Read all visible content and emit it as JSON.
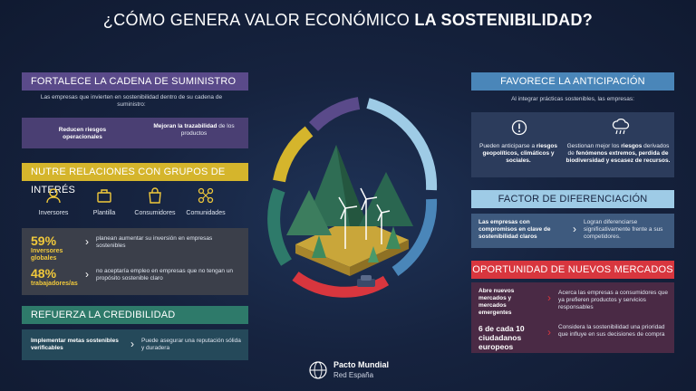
{
  "title": {
    "part1": "¿CÓMO GENERA VALOR ECONÓMICO ",
    "part2": "LA SOSTENIBILIDAD?"
  },
  "colors": {
    "purple": "#5a4a8a",
    "yellow": "#d5b52c",
    "teal": "#2e7a6a",
    "blue": "#4a86b9",
    "lightblue": "#9ecbe6",
    "red": "#d8363e",
    "card": "#2c3c5c"
  },
  "left": {
    "s1": {
      "bar": "FORTALECE LA CADENA DE SUMINISTRO",
      "intro": "Las empresas que invierten en sostenibilidad dentro de su cadena de suministro:",
      "b1": "Reducen riesgos operacionales",
      "b2a": "Mejoran la trazabilidad",
      "b2b": " de los productos"
    },
    "s2": {
      "bar": "NUTRE RELACIONES CON GRUPOS DE INTERÉS",
      "icons": [
        {
          "label": "Inversores",
          "icon": "investor-icon"
        },
        {
          "label": "Plantilla",
          "icon": "briefcase-icon"
        },
        {
          "label": "Consumidores",
          "icon": "shopping-bag-icon"
        },
        {
          "label": "Comunidades",
          "icon": "community-icon"
        }
      ],
      "stat1": {
        "value": "59%",
        "sub": "Inversores globales",
        "text": "planean aumentar su inversión en empresas sostenibles"
      },
      "stat2": {
        "value": "48%",
        "sub": "trabajadores/as",
        "text": "no aceptaría empleo en empresas que no tengan un propósito sostenible claro"
      }
    },
    "s3": {
      "bar": "REFUERZA LA CREDIBILIDAD",
      "left": "Implementar metas sostenibles verificables",
      "right": "Puede asegurar una reputación sólida y duradera"
    }
  },
  "right": {
    "s1": {
      "bar": "FAVORECE LA ANTICIPACIÓN",
      "intro": "Al integrar prácticas sostenibles, las empresas:",
      "c1a": "Pueden anticiparse a ",
      "c1b": "riesgos geopolíticos, climáticos y sociales.",
      "c2a": "Gestionan mejor los ",
      "c2b": "riesgos",
      "c2c": " derivados de ",
      "c2d": "fenómenos extremos, perdida de biodiversidad y escasez de recursos."
    },
    "s2": {
      "bar": "FACTOR DE DIFERENCIACIÓN",
      "left": "Las empresas con compromisos en clave de sostenibilidad claros",
      "right": "Logran diferenciarse significativamente frente a sus competidores."
    },
    "s3": {
      "bar": "OPORTUNIDAD DE NUEVOS MERCADOS",
      "left1": "Abre nuevos mercados y mercados emergentes",
      "left2": "6 de cada 10 ciudadanos europeos",
      "right1": "Acerca las empresas a consumidores que ya prefieren productos y servicios responsables",
      "right2": "Considera la sostenibilidad una prioridad que influye en sus decisiones de compra"
    }
  },
  "logo": {
    "name": "Pacto Mundial",
    "sub": "Red España"
  }
}
